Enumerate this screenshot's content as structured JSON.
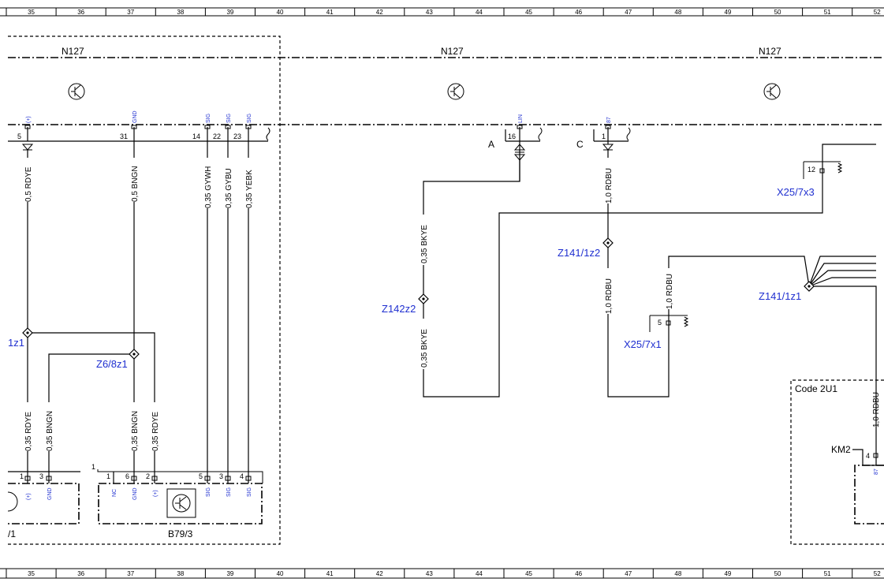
{
  "ruler": [
    "35",
    "36",
    "37",
    "38",
    "39",
    "40",
    "41",
    "42",
    "43",
    "44",
    "45",
    "46",
    "47",
    "48",
    "49",
    "50",
    "51",
    "52"
  ],
  "components": {
    "n127_a": "N127",
    "n127_b": "N127",
    "n127_c": "N127",
    "b79_3": "B79/3",
    "left_cut": "/1",
    "code_2u1": "Code 2U1",
    "km2": "KM2",
    "conn_a": "A",
    "conn_c": "C"
  },
  "splices": {
    "z1_left": "1z1",
    "z6_8z1": "Z6/8z1",
    "z142z2": "Z142z2",
    "z141_1z2": "Z141/1z2",
    "z141_1z1": "Z141/1z1",
    "x25_7x3": "X25/7x3",
    "x25_7x1": "X25/7x1"
  },
  "top_pins": [
    {
      "num": "5",
      "sig": "(+)"
    },
    {
      "num": "31",
      "sig": "GND"
    },
    {
      "num": "14",
      "sig": "SIG"
    },
    {
      "num": "22",
      "sig": "SIG"
    },
    {
      "num": "23",
      "sig": "SIG"
    },
    {
      "num": "16",
      "sig": "LIN"
    },
    {
      "num": "1",
      "sig": "87"
    },
    {
      "num": "12",
      "sig": ""
    },
    {
      "num": "5",
      "sig": ""
    }
  ],
  "wires": [
    "0,5 RDYE",
    "0,5 BNGN",
    "0,35 GYWH",
    "0,35 GYBU",
    "0,35 YEBK",
    "0,35 RDYE",
    "0,35 BNGN",
    "0,35 BNGN",
    "0,35 RDYE",
    "0,35 BKYE",
    "0,35 BKYE",
    "1,0 RDBU",
    "1,0 RDBU",
    "1,0 RDBU",
    "1,0 RDBU"
  ],
  "bottom_left_pins": [
    {
      "num": "1",
      "sig": "(+)"
    },
    {
      "num": "3",
      "sig": "GND"
    }
  ],
  "b79_pins": [
    {
      "num": "1",
      "sig": "NC"
    },
    {
      "num": "6",
      "sig": "GND"
    },
    {
      "num": "2",
      "sig": "(+)"
    },
    {
      "num": "5",
      "sig": "SIG"
    },
    {
      "num": "3",
      "sig": "SIG"
    },
    {
      "num": "4",
      "sig": "SIG"
    }
  ],
  "b79_corner": "1",
  "km2_pin": {
    "num": "4",
    "sig": "87"
  },
  "colors": {
    "link": "#1f2fd0",
    "line": "#000000"
  }
}
